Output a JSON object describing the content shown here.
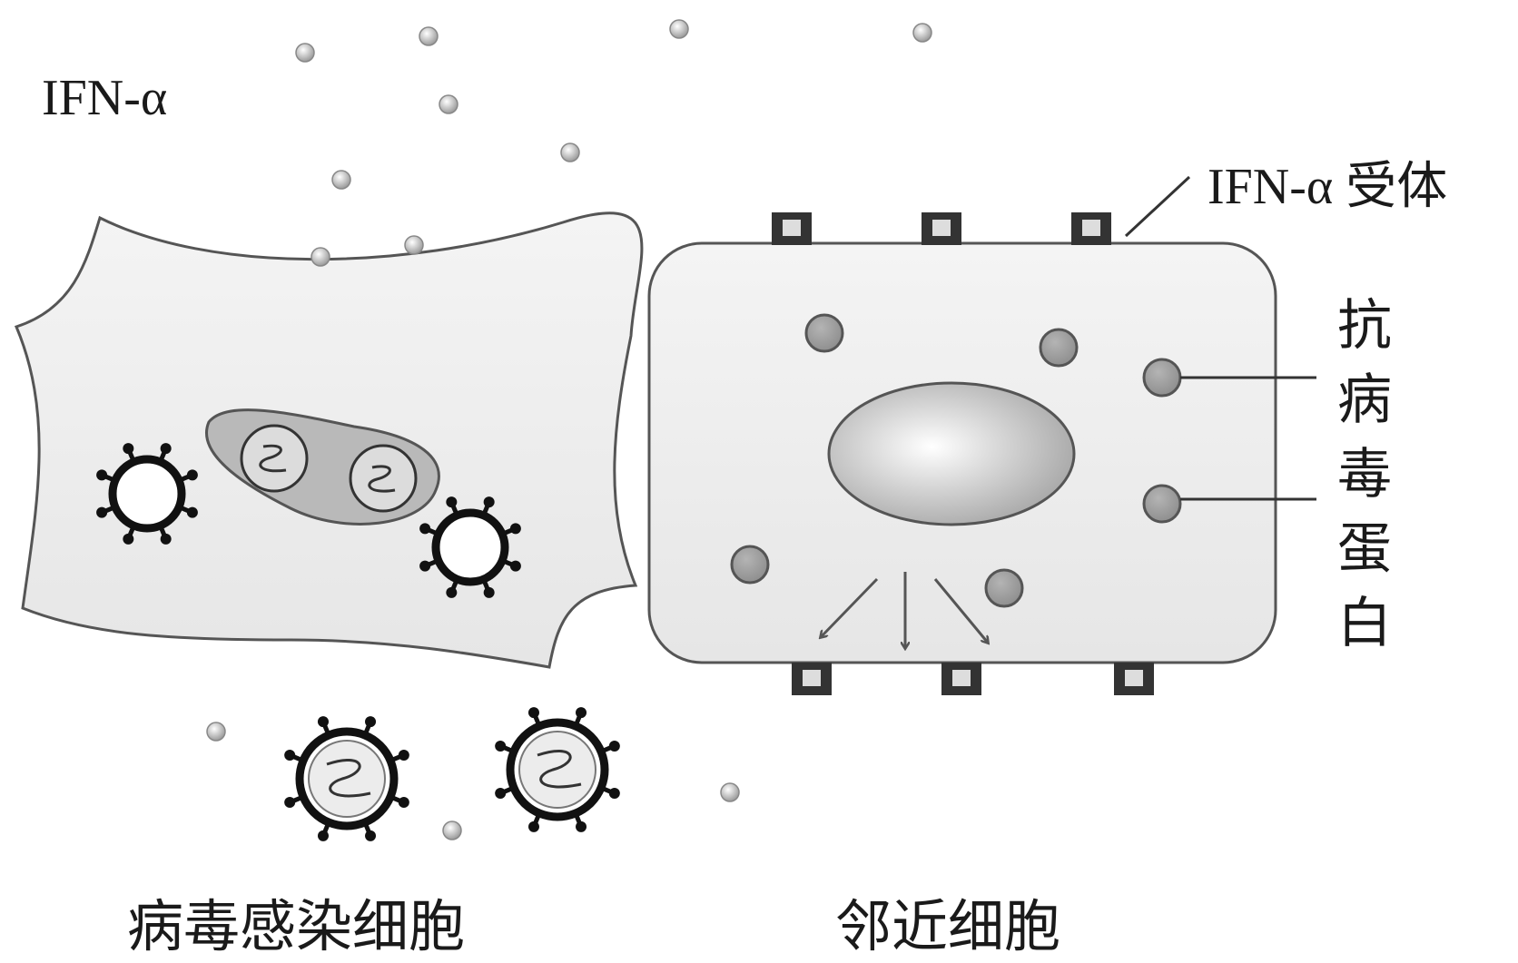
{
  "labels": {
    "ifn_alpha": "IFN-α",
    "ifn_alpha_receptor": "IFN-α 受体",
    "antiviral_protein": "抗病毒蛋白",
    "infected_cell": "病毒感染细胞",
    "neighboring_cell": "邻近细胞"
  },
  "icons": [
    "ifn-alpha-particle-icon",
    "virus-icon",
    "receptor-icon",
    "nucleus-icon",
    "arrow-icon"
  ],
  "colors": {
    "cell_fill": "#eeeeee",
    "outline": "#555555",
    "protein": "#9a9a9a",
    "virus": "#222222",
    "text": "#1a1a1a"
  }
}
